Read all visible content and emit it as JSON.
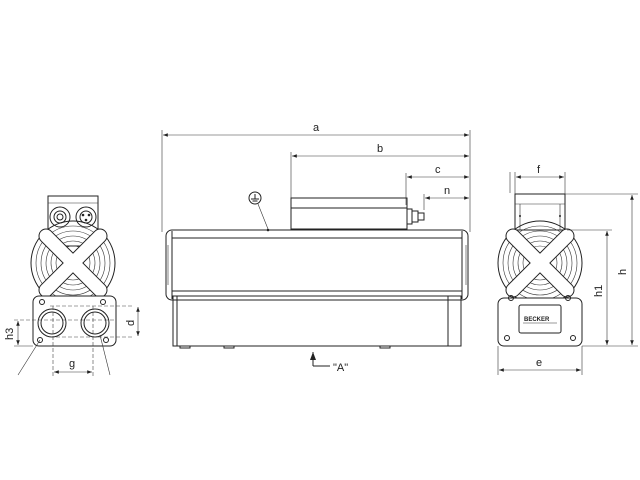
{
  "dimensions": {
    "a": "a",
    "b": "b",
    "c": "c",
    "n": "n",
    "d": "d",
    "h3": "h3",
    "g": "g",
    "f": "f",
    "h": "h",
    "h1": "h1",
    "e": "e"
  },
  "view_marker": "\"A\"",
  "logo_text": "BECKER"
}
